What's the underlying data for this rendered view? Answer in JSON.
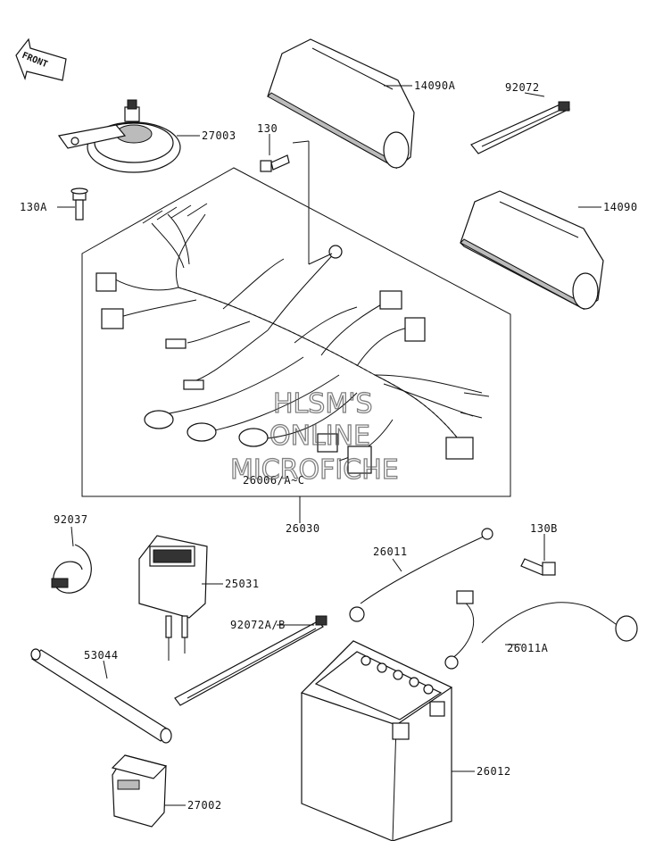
{
  "diagram": {
    "front_label": "FRONT",
    "parts": {
      "p14090A": "14090A",
      "p92072": "92072",
      "p27003": "27003",
      "p130": "130",
      "p130A": "130A",
      "p14090": "14090",
      "p26006": "26006/A~C",
      "p26030": "26030",
      "p92037": "92037",
      "p25031": "25031",
      "p26011": "26011",
      "p130B": "130B",
      "p92072AB": "92072A/B",
      "p26011A": "26011A",
      "p53044": "53044",
      "p26012": "26012",
      "p27002": "27002"
    },
    "watermark": {
      "line1": "HLSM'S",
      "line2": "ONLINE",
      "line3": "MICROFICHE"
    }
  }
}
